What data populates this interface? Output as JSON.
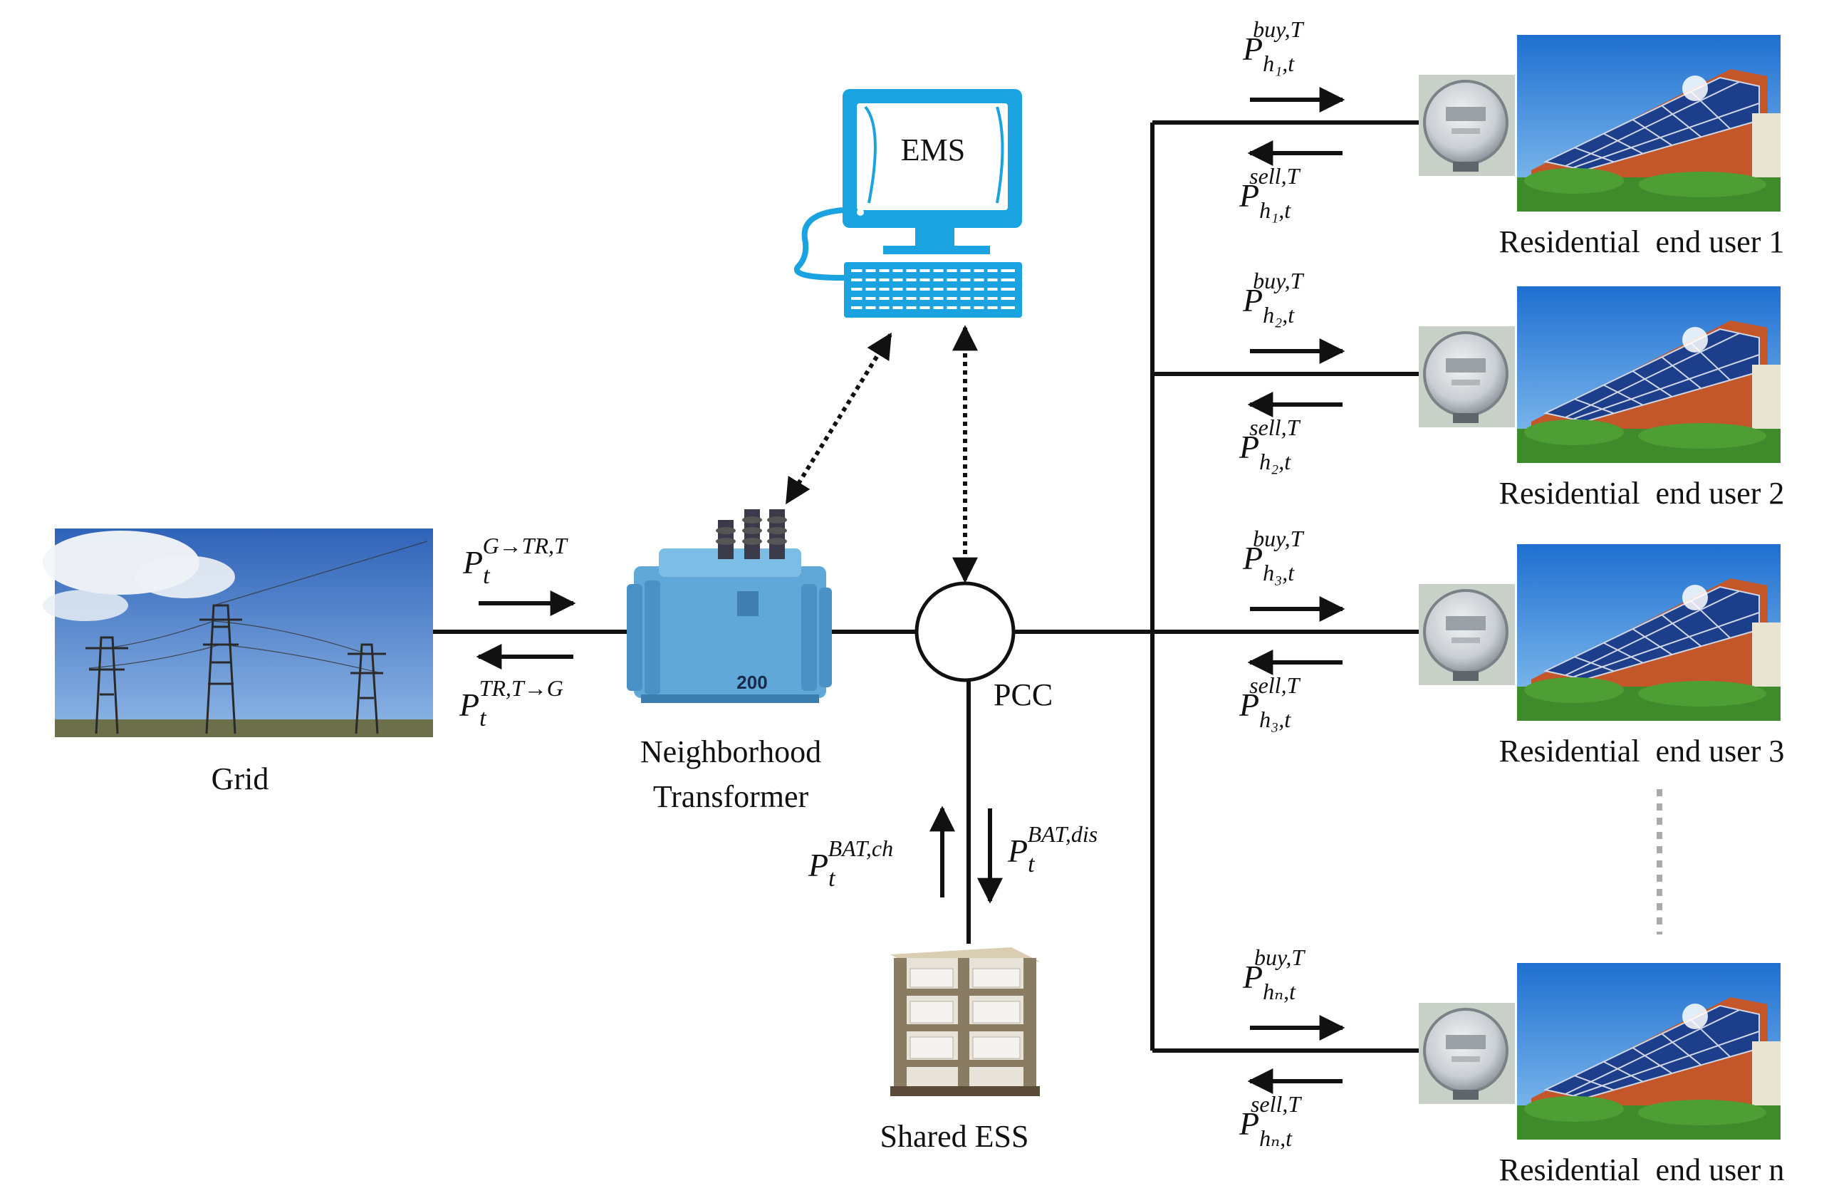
{
  "nodes": {
    "grid": "Grid",
    "transformer_line1": "Neighborhood",
    "transformer_line2": "Transformer",
    "ems": "EMS",
    "pcc": "PCC",
    "ess": "Shared ESS",
    "transformer_plate": "200"
  },
  "flows": {
    "grid_to_tr": {
      "base": "P",
      "sub": "t",
      "sup": "G→TR,T"
    },
    "tr_to_grid": {
      "base": "P",
      "sub": "t",
      "sup": "TR,T→G"
    },
    "bat_ch": {
      "base": "P",
      "sub": "t",
      "sup": "BAT,ch"
    },
    "bat_dis": {
      "base": "P",
      "sub": "t",
      "sup": "BAT,dis"
    }
  },
  "users": [
    {
      "label": "Residential  end user 1",
      "buy_sup": "buy,T",
      "buy_sub": "h₁,t",
      "sell_sup": "sell,T",
      "sell_sub": "h₁,t"
    },
    {
      "label": "Residential  end user 2",
      "buy_sup": "buy,T",
      "buy_sub": "h₂,t",
      "sell_sup": "sell,T",
      "sell_sub": "h₂,t"
    },
    {
      "label": "Residential  end user 3",
      "buy_sup": "buy,T",
      "buy_sub": "h₃,t",
      "sell_sup": "sell,T",
      "sell_sub": "h₃,t"
    },
    {
      "label": "Residential  end user n",
      "buy_sup": "buy,T",
      "buy_sub": "hₙ,t",
      "sell_sup": "sell,T",
      "sell_sub": "hₙ,t"
    }
  ],
  "colors": {
    "line": "#111111",
    "computer": "#1aa3e0",
    "transformer": "#5fa8d8",
    "sky": "#4f86cf",
    "roof": "#c4572a",
    "panel": "#1d3e8a",
    "grass": "#3f8a2a"
  }
}
